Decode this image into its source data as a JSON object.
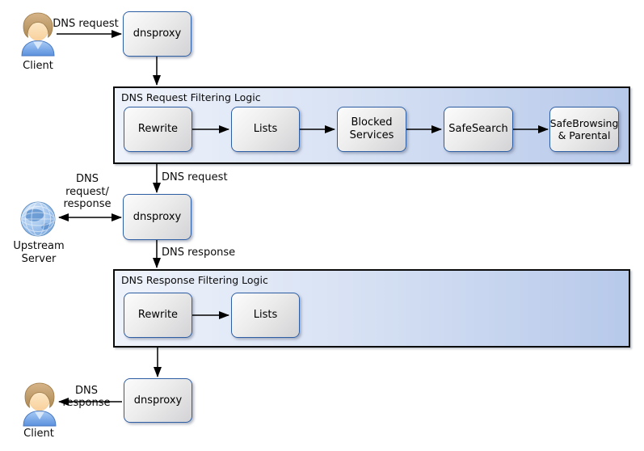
{
  "diagram": "dns-filtering-flow",
  "colors": {
    "node_border": "#2e5fa5",
    "node_fill_light": "#fcfcfc",
    "node_fill_dark": "#d3d3d6",
    "panel_fill_light": "#eff3fb",
    "panel_fill_dark": "#b7c9ea",
    "panel_border": "#0b0b0b",
    "arrow": "#000000",
    "shirt_blue": "#6f9fe8",
    "hair_tan": "#c7a472",
    "globe_blue": "#7fb0e3"
  },
  "actors": {
    "client_top": {
      "label": "Client"
    },
    "client_bottom": {
      "label": "Client"
    },
    "upstream": {
      "line1": "Upstream",
      "line2": "Server"
    }
  },
  "proxies": {
    "top": {
      "label": "dnsproxy"
    },
    "middle": {
      "label": "dnsproxy"
    },
    "bottom": {
      "label": "dnsproxy"
    }
  },
  "request_pipeline": {
    "title": "DNS Request Filtering Logic",
    "stages": [
      {
        "label": "Rewrite"
      },
      {
        "label": "Lists"
      },
      {
        "label": "Blocked Services"
      },
      {
        "label": "SafeSearch"
      },
      {
        "label": "SafeBrowsing & Parental"
      }
    ]
  },
  "response_pipeline": {
    "title": "DNS Response Filtering Logic",
    "stages": [
      {
        "label": "Rewrite"
      },
      {
        "label": "Lists"
      }
    ]
  },
  "edge_labels": {
    "client_request": "DNS request",
    "request_to_proxy": "DNS request",
    "upstream_exchange": {
      "line1": "DNS",
      "line2": "request/",
      "line3": "response"
    },
    "response_from_proxy": "DNS response",
    "response_to_client": "DNS response"
  }
}
